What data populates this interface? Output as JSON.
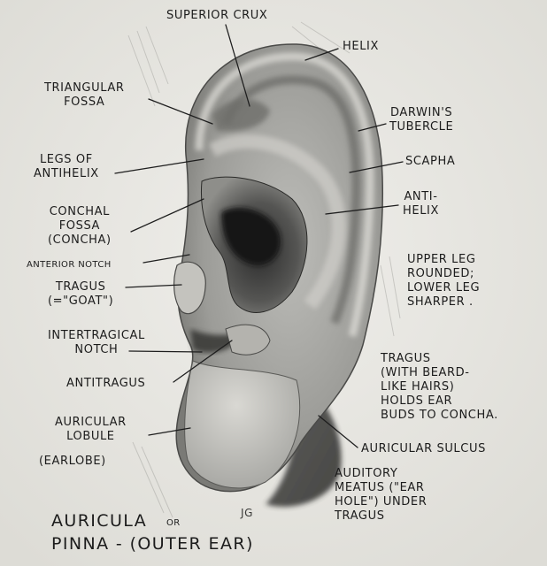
{
  "labels": {
    "superior_crux": "SUPERIOR CRUX",
    "helix": "HELIX",
    "triangular_fossa": [
      "TRIANGULAR",
      "FOSSA"
    ],
    "darwins_tubercle": [
      "DARWIN'S",
      "TUBERCLE"
    ],
    "legs_of_antihelix": [
      "LEGS OF",
      "ANTIHELIX"
    ],
    "scapha": "SCAPHA",
    "conchal_fossa": [
      "CONCHAL",
      "FOSSA",
      "(CONCHA)"
    ],
    "anti_helix": [
      "ANTI-",
      "HELIX"
    ],
    "anterior_notch": "ANTERIOR NOTCH",
    "upper_leg_note": [
      "UPPER LEG",
      "ROUNDED;",
      "LOWER LEG",
      "SHARPER ."
    ],
    "tragus": [
      "TRAGUS",
      "(=\"GOAT\")"
    ],
    "intertragical_notch": [
      "INTERTRAGICAL",
      "NOTCH"
    ],
    "tragus_note": [
      "TRAGUS",
      "(WITH BEARD-",
      "LIKE HAIRS)",
      "HOLDS EAR",
      "BUDS TO CONCHA."
    ],
    "antitragus": "ANTITRAGUS",
    "auricular_lobule": [
      "AURICULAR",
      "LOBULE"
    ],
    "earlobe": "(EARLOBE)",
    "auricular_sulcus": "AURICULAR SULCUS",
    "auditory_meatus": [
      "AUDITORY",
      "MEATUS (\"EAR",
      "HOLE\") UNDER",
      "TRAGUS"
    ]
  },
  "title": {
    "line1": "AURICULA",
    "or": "OR",
    "line2": "PINNA - (OUTER EAR)"
  },
  "signature": "JG"
}
